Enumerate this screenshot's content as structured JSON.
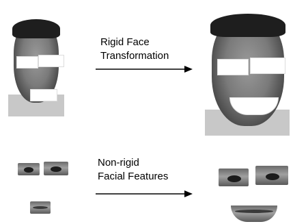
{
  "top_label": {
    "line1": "Rigid Face",
    "line2": "Transformation"
  },
  "bottom_label": {
    "line1": "Non-rigid",
    "line2": "Facial Features"
  },
  "colors": {
    "arrow": "#000000",
    "mask": "#ffffff"
  },
  "icons": {
    "arrow": "right-arrow-icon"
  }
}
